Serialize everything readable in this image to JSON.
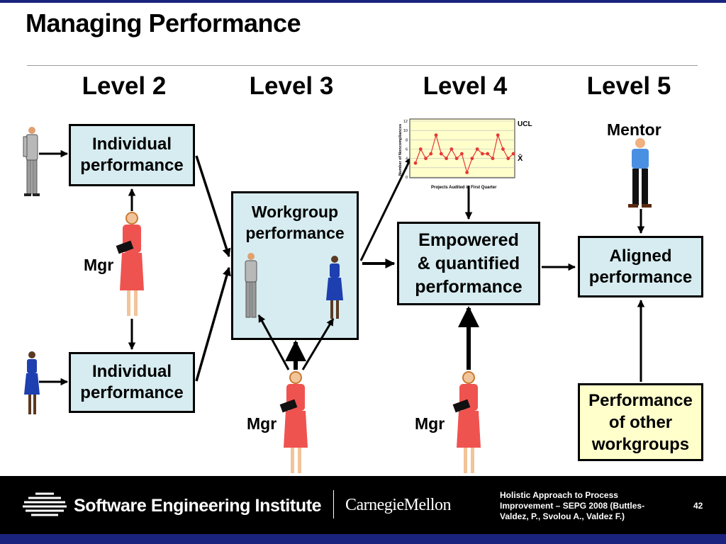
{
  "title": "Managing Performance",
  "levels": [
    "Level 2",
    "Level 3",
    "Level 4",
    "Level 5"
  ],
  "boxes": {
    "individual_top": "Individual\nperformance",
    "individual_bottom": "Individual\nperformance",
    "workgroup": "Workgroup\nperformance",
    "empowered": "Empowered\n& quantified\nperformance",
    "aligned": "Aligned\nperformance",
    "other_workgroups": "Performance\nof other\nworkgroups"
  },
  "labels": {
    "mgr": "Mgr",
    "mentor": "Mentor"
  },
  "chart_data": {
    "type": "line",
    "ylabel": "Number of Noncompliances",
    "xlabel": "Projects Audited in First Quarter",
    "ylim": [
      0,
      12
    ],
    "y_ticks": [
      "0",
      "2",
      "4",
      "6",
      "8",
      "10",
      "12"
    ],
    "annotations": [
      "UCL",
      "X̄"
    ],
    "grid": true,
    "series": [
      {
        "values": [
          3,
          6,
          4,
          5,
          9,
          5,
          4,
          6,
          4,
          5,
          1,
          4,
          6,
          5,
          5,
          4,
          9,
          6,
          4,
          5
        ]
      }
    ]
  },
  "colors": {
    "box_fill": "#d6ecf0",
    "other_box_fill": "#ffffcc",
    "chart_fill": "#ffffcc",
    "chart_line": "#e53935",
    "footer_bg": "#000000",
    "accent_bar": "#1a237e"
  },
  "footer": {
    "org": "Software Engineering Institute",
    "university": "CarnegieMellon",
    "citation": "Holistic Approach to Process Improvement – SEPG 2008 (Buttles-Valdez, P., Svolou A., Valdez F.)",
    "page_number": "42"
  }
}
